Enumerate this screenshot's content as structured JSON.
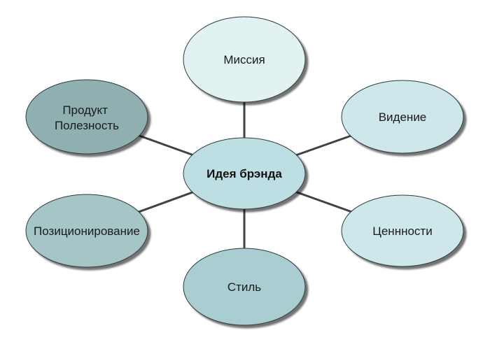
{
  "diagram": {
    "center": {
      "label": "Идея брэнда"
    },
    "nodes": [
      {
        "id": "mission",
        "lines": [
          "Миссия"
        ]
      },
      {
        "id": "vision",
        "lines": [
          "Видение"
        ]
      },
      {
        "id": "values",
        "lines": [
          "Ценнности"
        ]
      },
      {
        "id": "style",
        "lines": [
          "Стиль"
        ]
      },
      {
        "id": "positioning",
        "lines": [
          "Позиционирование"
        ]
      },
      {
        "id": "product",
        "lines": [
          "Продукт",
          "Полезность"
        ]
      }
    ]
  },
  "colors": {
    "light_fill": "#e2f1f2",
    "mid_fill": "#cde7ea",
    "center_fill": "#bddfe3",
    "style_fill": "#a9cdd0",
    "positioning_fill": "#a5c5c7",
    "product_fill": "#8fafb0",
    "stroke": "#2f3b3d",
    "connector": "#3b4547",
    "shadow": "#6f6f6f"
  }
}
